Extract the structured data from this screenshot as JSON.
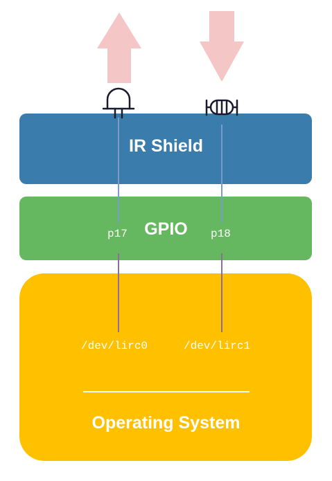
{
  "layers": {
    "ir_shield": {
      "title": "IR Shield",
      "color": "#3a7dac"
    },
    "gpio": {
      "title": "GPIO",
      "color": "#65b85f",
      "pins": [
        "p17",
        "p18"
      ]
    },
    "os": {
      "title": "Operating System",
      "color": "#ffc000",
      "devices": [
        "/dev/lirc0",
        "/dev/lirc1"
      ]
    }
  },
  "components": {
    "left": {
      "icon": "led-icon",
      "arrow": "up"
    },
    "right": {
      "icon": "ir-receiver-icon",
      "arrow": "down"
    }
  },
  "colors": {
    "arrow": "#f5c6c6",
    "wire_upper": "#7a9bcc",
    "wire_lower": "#8e6c9d",
    "icon_stroke": "#1a1a2e"
  }
}
